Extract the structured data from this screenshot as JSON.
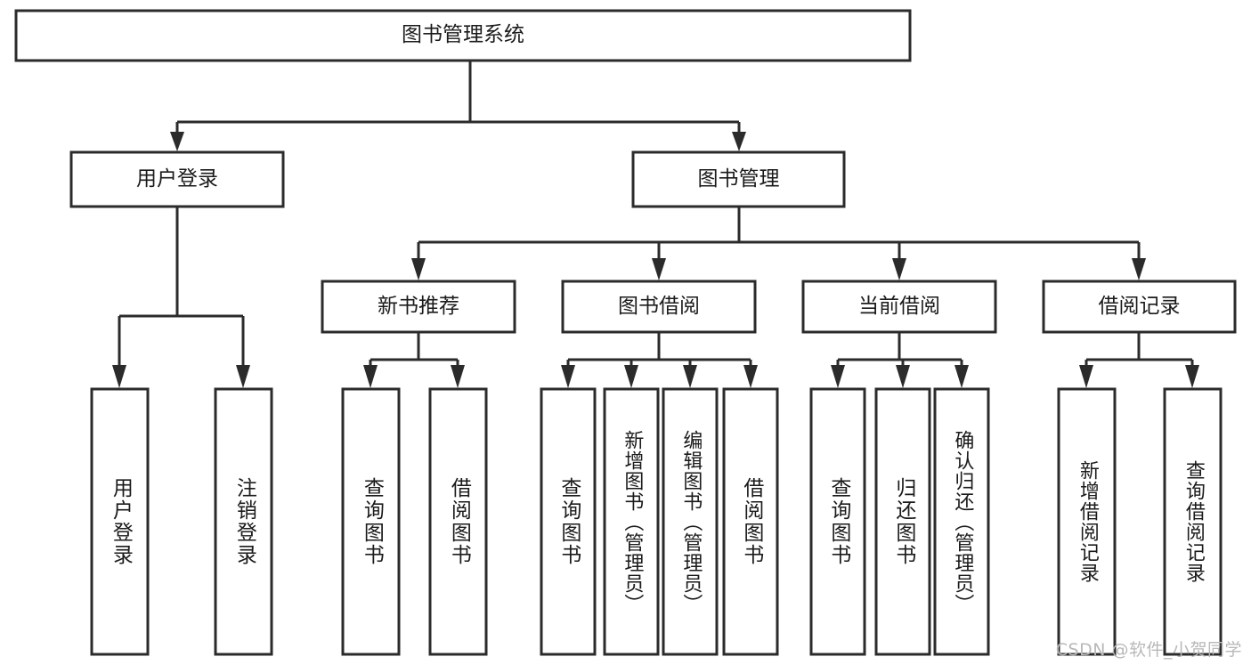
{
  "diagram": {
    "type": "tree-hierarchy",
    "title": "图书管理系统",
    "orientation": "top-down",
    "colors": {
      "stroke": "#2b2b2b",
      "fill": "#ffffff",
      "text": "#1b1b1b",
      "watermark": "#b8b8b8"
    },
    "root": {
      "label": "图书管理系统"
    },
    "level2": [
      {
        "label": "用户登录"
      },
      {
        "label": "图书管理"
      }
    ],
    "level3": [
      {
        "label": "新书推荐"
      },
      {
        "label": "图书借阅"
      },
      {
        "label": "当前借阅"
      },
      {
        "label": "借阅记录"
      }
    ],
    "leaves": {
      "user_login": [
        {
          "label": "用户登录"
        },
        {
          "label": "注销登录"
        }
      ],
      "new_book_recommend": [
        {
          "label": "查询图书"
        },
        {
          "label": "借阅图书"
        }
      ],
      "book_borrow": [
        {
          "label": "查询图书"
        },
        {
          "label": "新增图书（管理员）"
        },
        {
          "label": "编辑图书（管理员）"
        },
        {
          "label": "借阅图书"
        }
      ],
      "current_borrow": [
        {
          "label": "查询图书"
        },
        {
          "label": "归还图书"
        },
        {
          "label": "确认归还（管理员）"
        }
      ],
      "borrow_record": [
        {
          "label": "新增借阅记录"
        },
        {
          "label": "查询借阅记录"
        }
      ]
    }
  },
  "watermark": {
    "text": "CSDN @软件_小贺同学"
  }
}
